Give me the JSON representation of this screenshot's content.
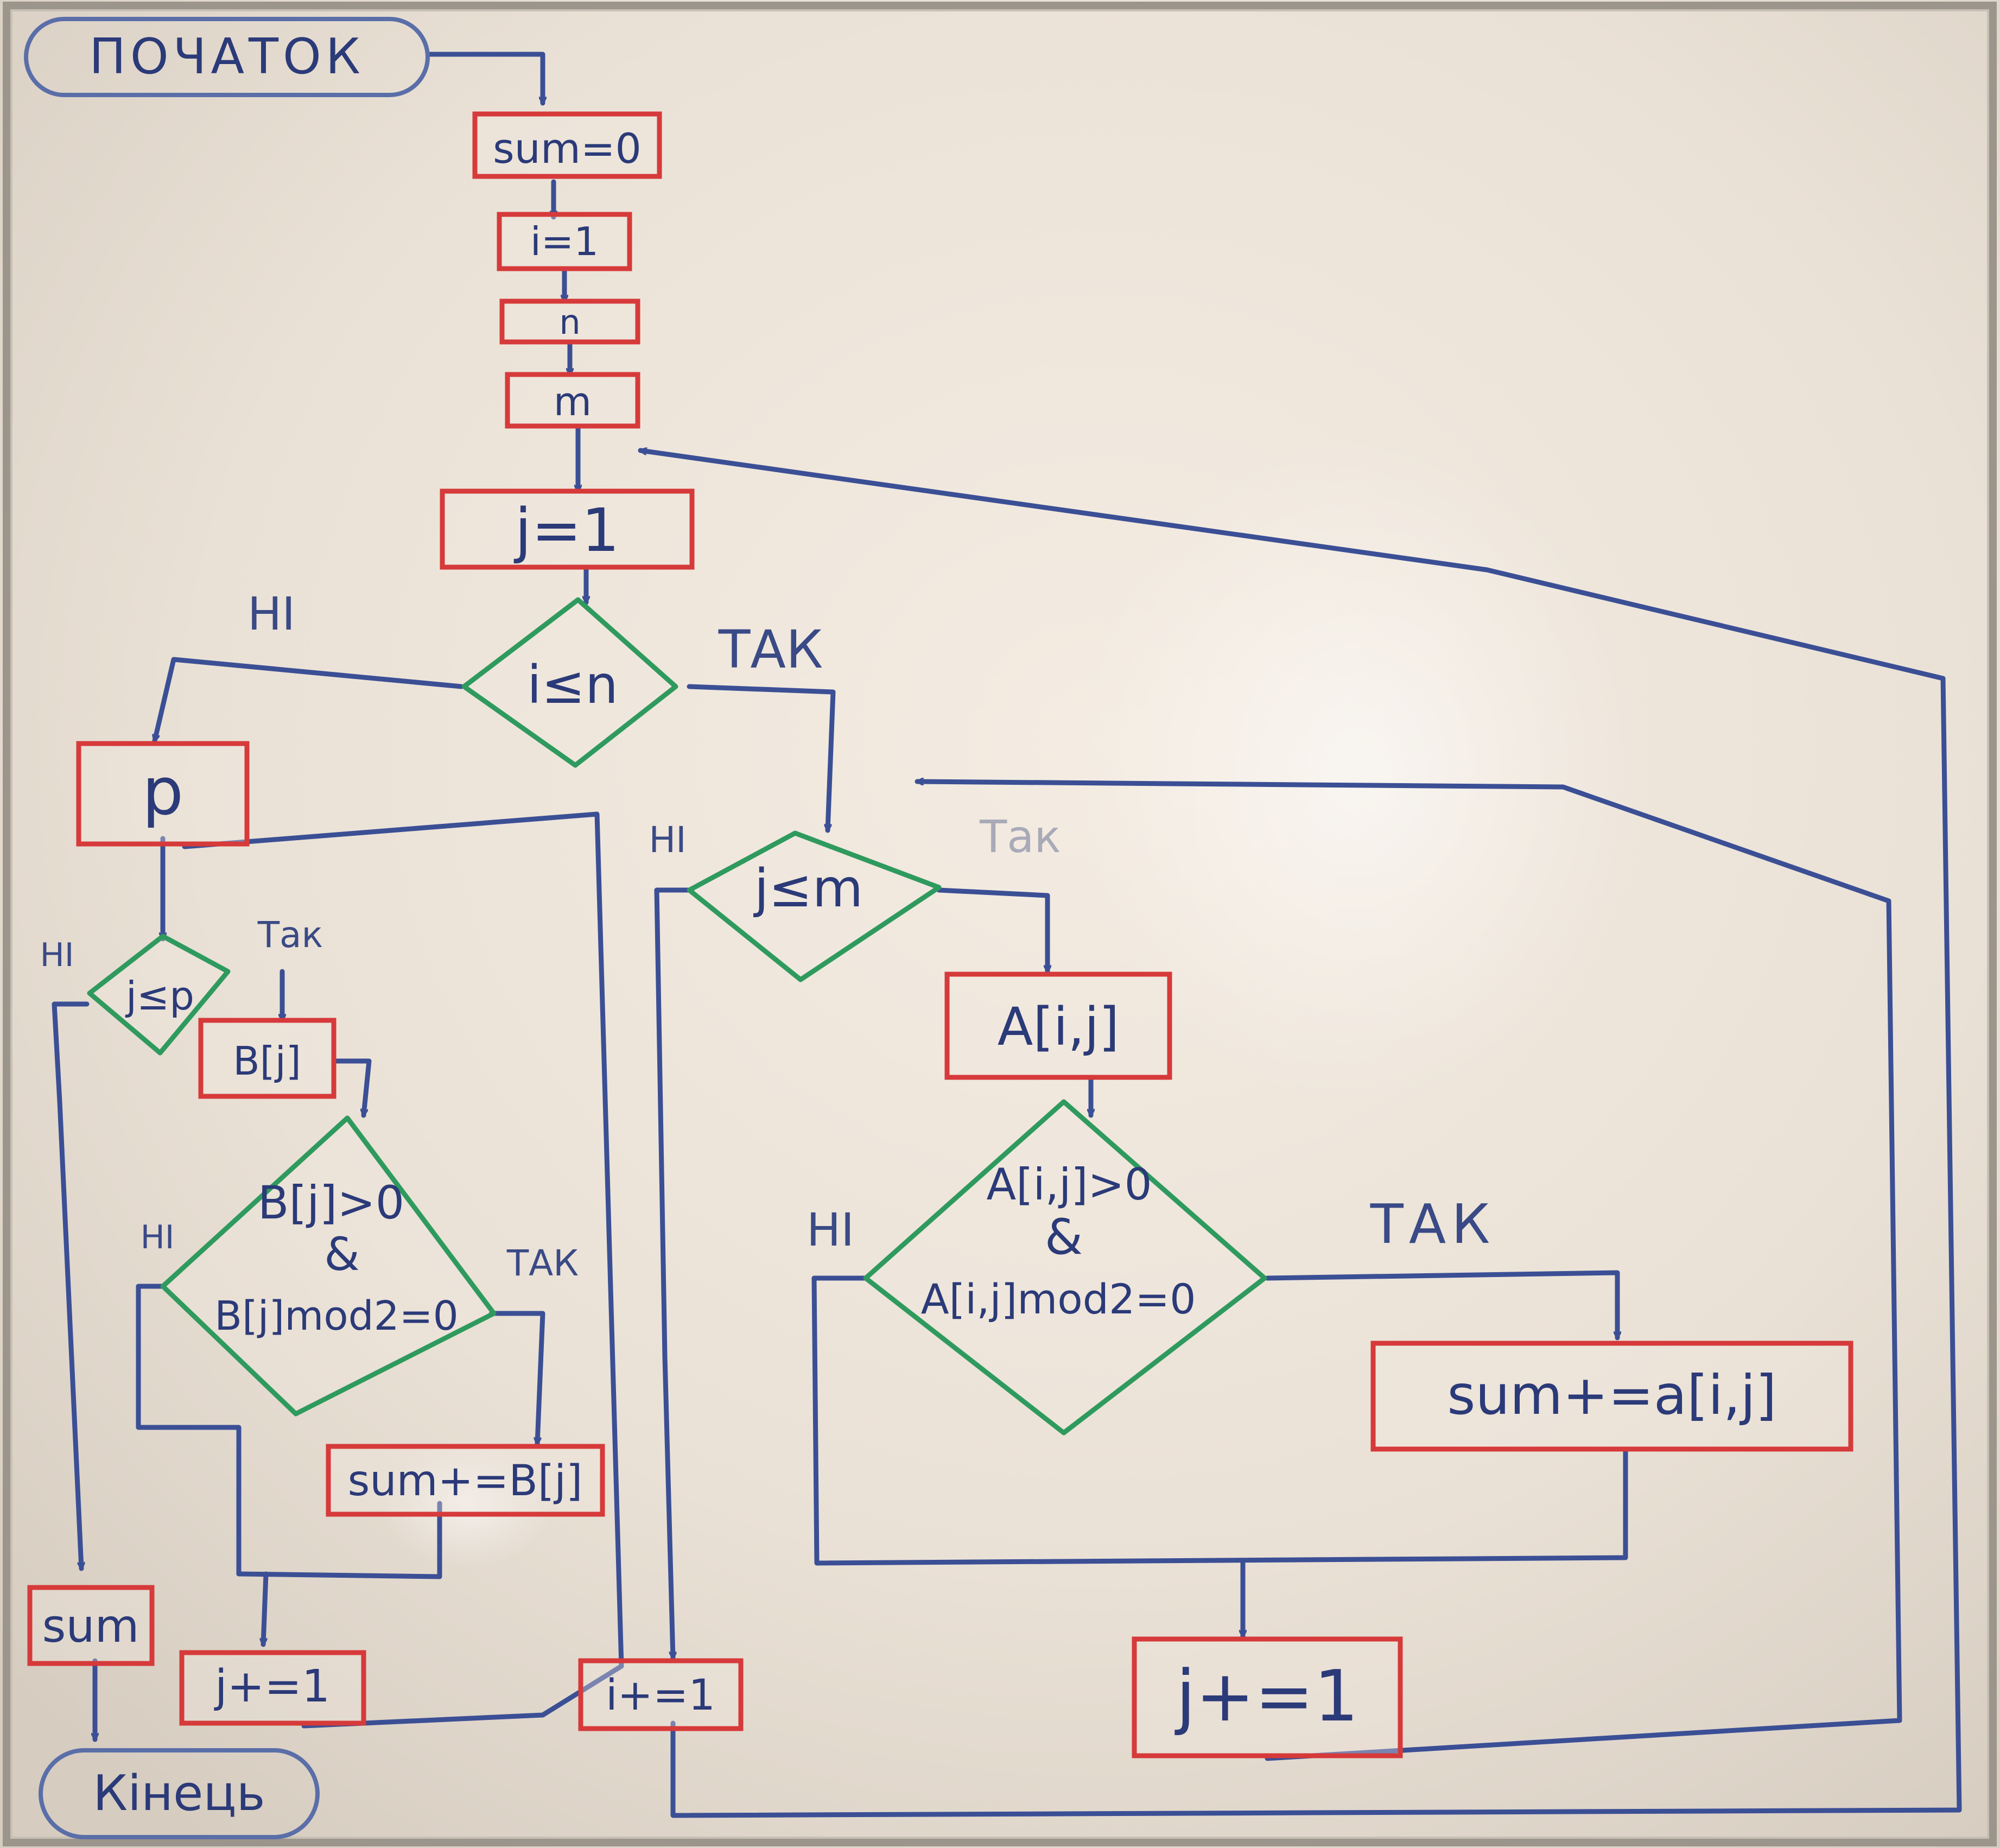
{
  "colors": {
    "process_border": "#d63a3a",
    "decision_border": "#2f9a5e",
    "terminal_border": "#5a6ea8",
    "arrow": "#3b4f95",
    "text": "#2b3a78"
  },
  "terminals": {
    "start": "ПОЧАТОК",
    "end": "Кінець"
  },
  "steps": {
    "sum_init": "sum=0",
    "i_init": "i=1",
    "input_n": "n",
    "input_m": "m",
    "j_init": "j=1",
    "input_p": "p",
    "read_bj": "B[j]",
    "sum_add_b": "sum+=B[j]",
    "out_sum": "sum",
    "j_inc_left": "j+=1",
    "i_inc": "i+=1",
    "read_aij": "A[i,j]",
    "sum_add_a": "sum+=a[i,j]",
    "j_inc_right": "j+=1"
  },
  "decisions": {
    "i_le_n": "i≤n",
    "j_le_m": "j≤m",
    "j_le_p": "j≤p",
    "b_cond_line1": "B[j]>0",
    "b_cond_and": "&",
    "b_cond_line2": "B[j]mod2=0",
    "a_cond_line1": "A[i,j]>0",
    "a_cond_and": "&",
    "a_cond_line2": "A[i,j]mod2=0"
  },
  "branch_labels": {
    "no_i_le_n": "НІ",
    "yes_i_le_n": "ТАК",
    "no_j_le_m": "НІ",
    "yes_j_le_m": "Так",
    "no_j_le_p": "НІ",
    "yes_j_le_p": "Так",
    "no_b_cond": "НІ",
    "yes_b_cond": "ТАК",
    "no_a_cond": "НІ",
    "yes_a_cond": "ТАК"
  }
}
